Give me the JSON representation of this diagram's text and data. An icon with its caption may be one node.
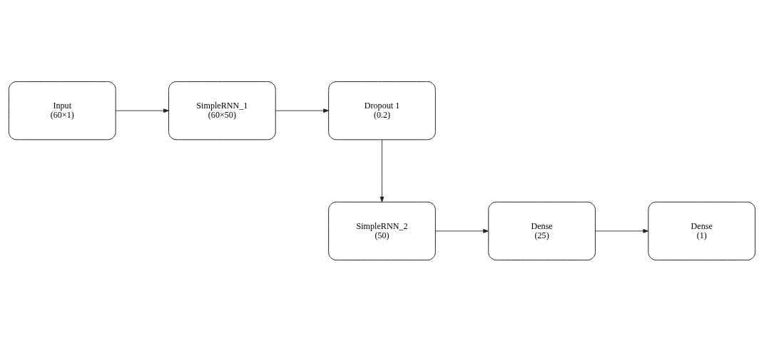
{
  "diagram": {
    "nodes": [
      {
        "text": [
          "Input",
          "(60×1)"
        ]
      },
      {
        "text": [
          "SimpleRNN_1",
          "(60×50)"
        ]
      },
      {
        "text": [
          "Dropout 1",
          "(0.2)"
        ]
      },
      {
        "text": [
          "SimpleRNN_2",
          "(50)"
        ]
      },
      {
        "text": [
          "Dense",
          "(25)"
        ]
      },
      {
        "text": [
          "Dense",
          "(1)"
        ]
      }
    ],
    "edges": [
      {
        "from": 0,
        "to": 1,
        "arrow": "to"
      },
      {
        "from": 1,
        "to": 2,
        "arrow": "to"
      },
      {
        "from": 2,
        "to": 3,
        "arrow": "to"
      },
      {
        "from": 3,
        "to": 4,
        "arrow": "to"
      },
      {
        "from": 4,
        "to": 5,
        "arrow": "to"
      }
    ]
  }
}
